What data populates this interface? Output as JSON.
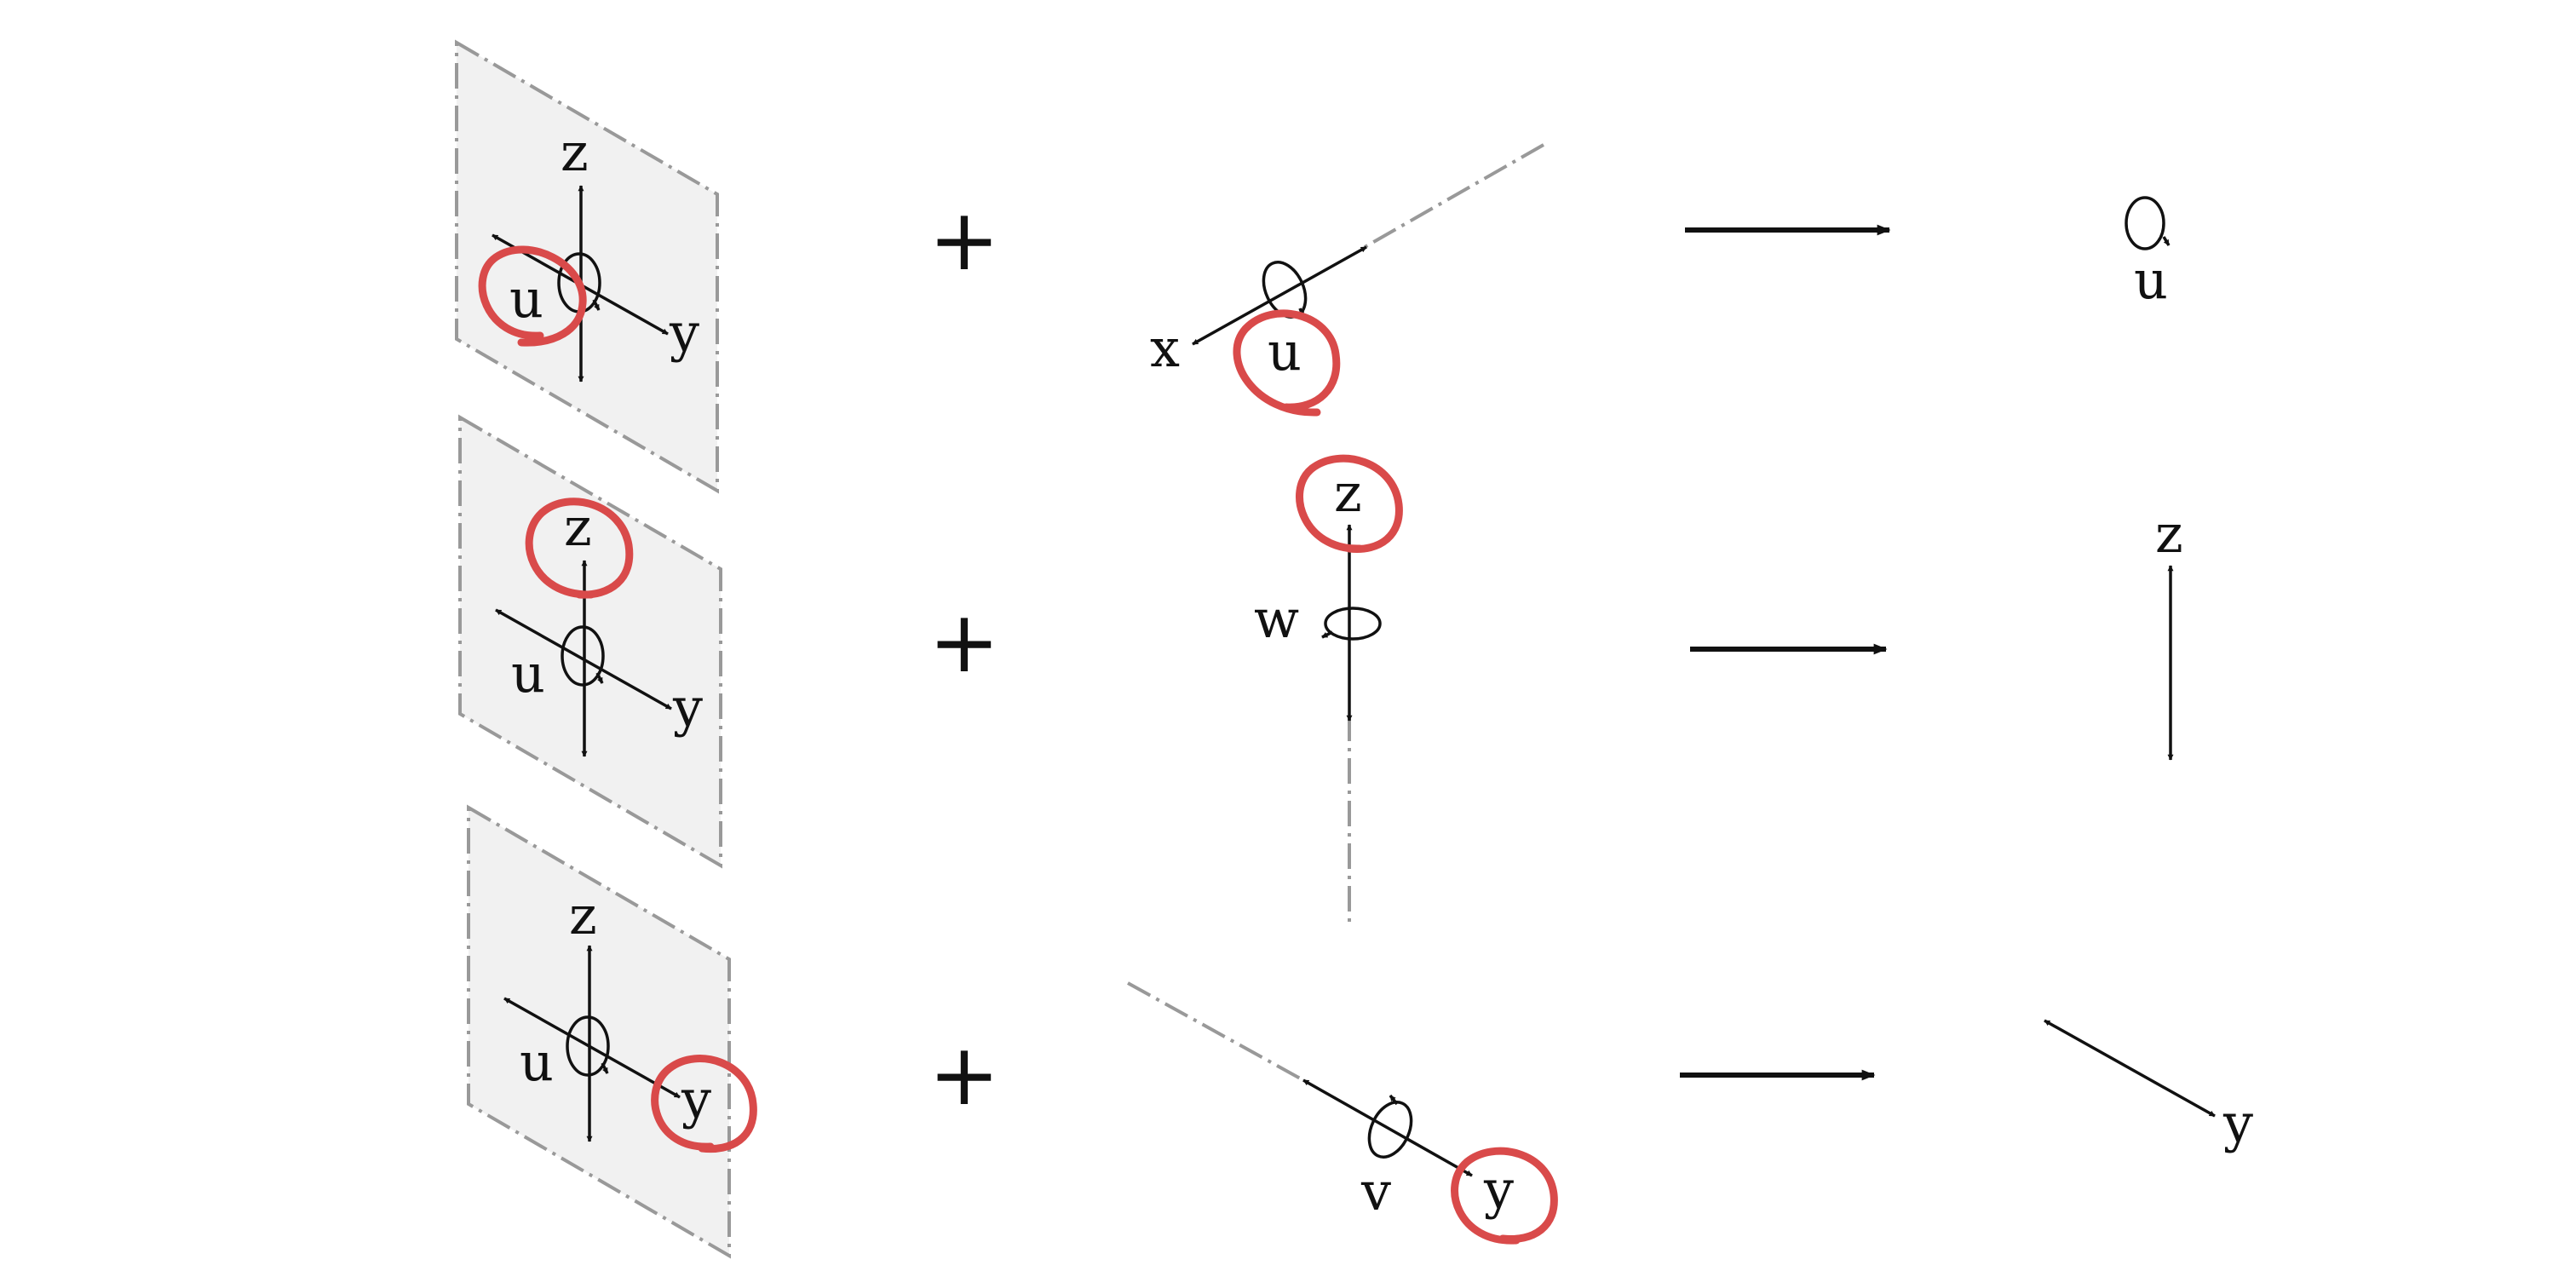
{
  "colors": {
    "ink": "#111111",
    "highlight": "#d94a4a",
    "plane_fill": "#f1f1f1",
    "plane_edge": "#999999"
  },
  "operator": "+",
  "rows": [
    {
      "plane_labels": {
        "z": "z",
        "u": "u",
        "y": "y"
      },
      "highlighted": "u",
      "component_labels": {
        "axis": "x",
        "rotation": "u"
      },
      "result_label": "u",
      "result_kind": "rotation"
    },
    {
      "plane_labels": {
        "z": "z",
        "u": "u",
        "y": "y"
      },
      "highlighted": "z",
      "component_labels": {
        "axis": "z",
        "rotation": "w"
      },
      "result_label": "z",
      "result_kind": "translation"
    },
    {
      "plane_labels": {
        "z": "z",
        "u": "u",
        "y": "y"
      },
      "highlighted": "y",
      "component_labels": {
        "axis": "y",
        "rotation": "v"
      },
      "result_label": "y",
      "result_kind": "translation"
    }
  ]
}
